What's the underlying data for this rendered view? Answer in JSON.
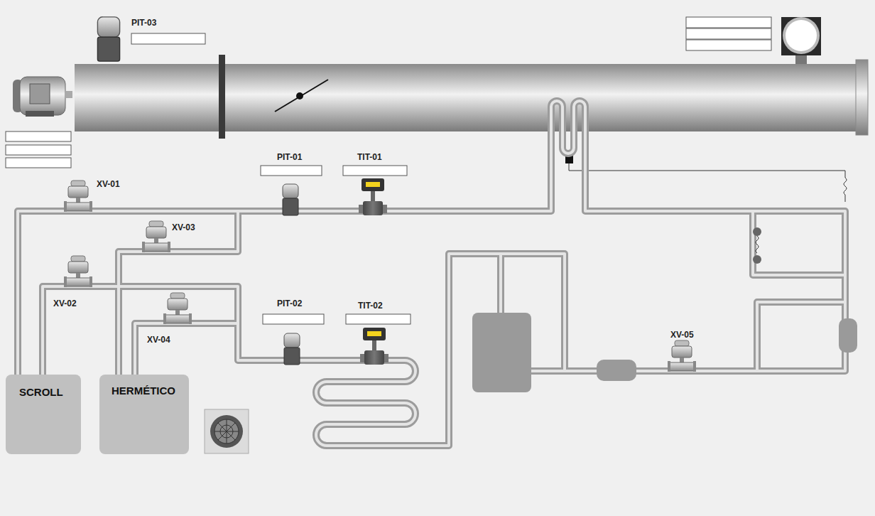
{
  "diagram": {
    "nodes": [
      {
        "text": [
          "SCROLL"
        ]
      },
      {
        "text": [
          "HERMÉTICO"
        ]
      }
    ],
    "labels": [
      "PIT-03",
      "XV-01",
      "PIT-01",
      "TIT-01",
      "XV-03",
      "XV-02",
      "PIT-02",
      "TIT-02",
      "XV-04",
      "XV-05"
    ]
  }
}
